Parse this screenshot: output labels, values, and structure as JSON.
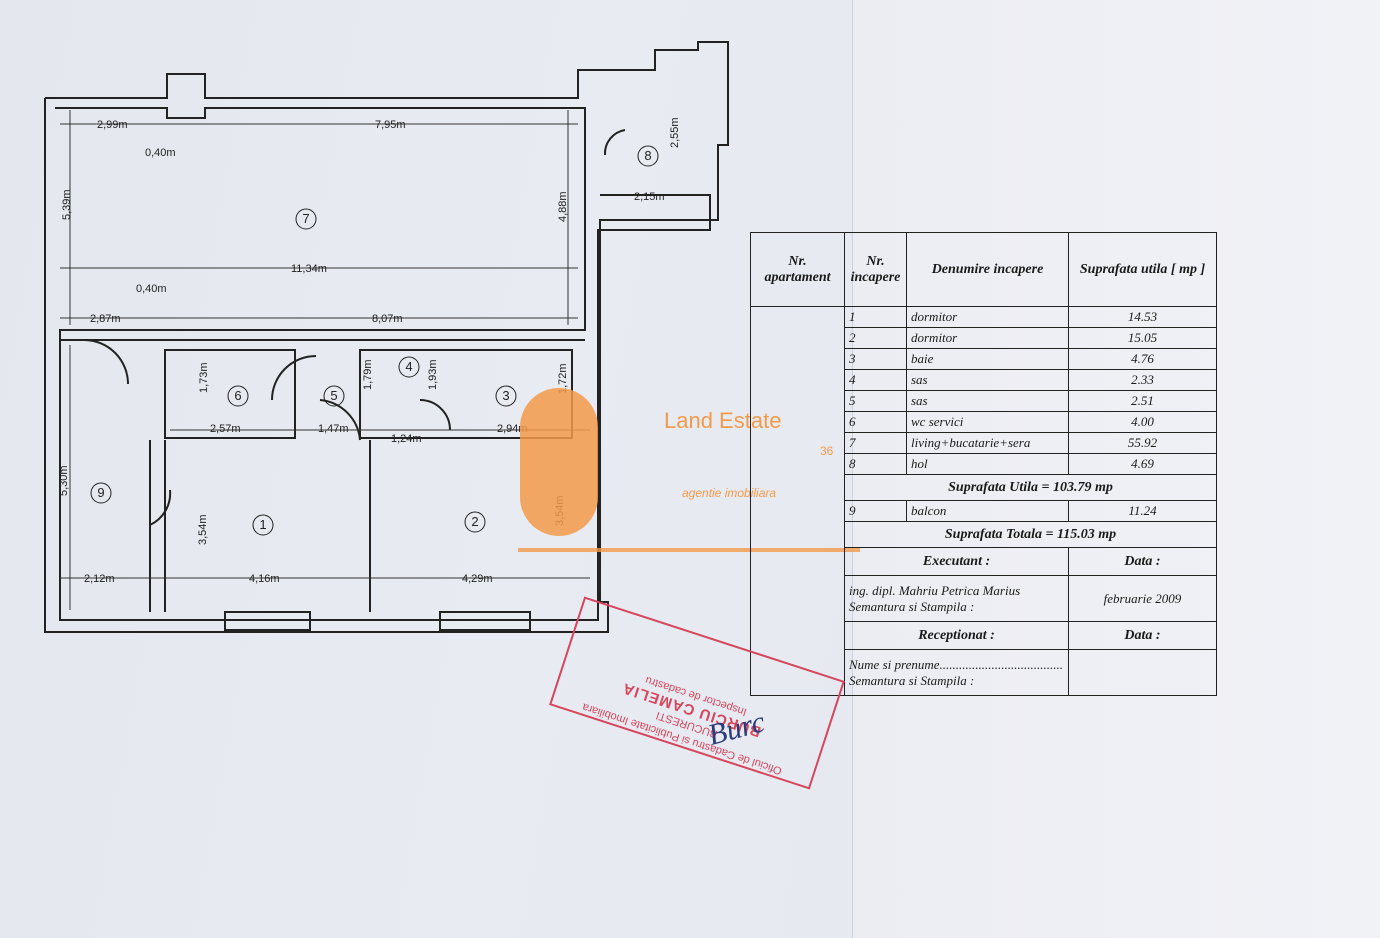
{
  "plan": {
    "dimensions": [
      "2,99m",
      "7,95m",
      "0,40m",
      "2,55m",
      "2,15m",
      "5,39m",
      "4,88m",
      "11,34m",
      "0,40m",
      "2,87m",
      "8,07m",
      "1,73m",
      "2,57m",
      "1,47m",
      "1,79m",
      "1,93m",
      "1,24m",
      "2,94m",
      "1,72m",
      "5,30m",
      "3,54m",
      "3,54m",
      "2,12m",
      "4,16m",
      "4,29m"
    ],
    "rooms": [
      "1",
      "2",
      "3",
      "4",
      "5",
      "6",
      "7",
      "8",
      "9"
    ]
  },
  "watermark": {
    "brand": "Land Estate",
    "tagline": "agentie imobiliara",
    "mark": "36",
    "color": "#f39a4a"
  },
  "table": {
    "headers": {
      "apartment": "Nr. apartament",
      "room_no": "Nr. incapere",
      "room_name": "Denumire incapere",
      "useful_area": "Suprafata utila [ mp ]"
    },
    "rows": [
      {
        "no": "1",
        "name": "dormitor",
        "area": "14.53"
      },
      {
        "no": "2",
        "name": "dormitor",
        "area": "15.05"
      },
      {
        "no": "3",
        "name": "baie",
        "area": "4.76"
      },
      {
        "no": "4",
        "name": "sas",
        "area": "2.33"
      },
      {
        "no": "5",
        "name": "sas",
        "area": "2.51"
      },
      {
        "no": "6",
        "name": "wc servici",
        "area": "4.00"
      },
      {
        "no": "7",
        "name": "living+bucatarie+sera",
        "area": "55.92"
      },
      {
        "no": "8",
        "name": "hol",
        "area": "4.69"
      }
    ],
    "useful_total": "Suprafata Utila = 103.79 mp",
    "balcony": {
      "no": "9",
      "name": "balcon",
      "area": "11.24"
    },
    "grand_total": "Suprafata Totala = 115.03 mp",
    "executant_label": "Executant :",
    "date_label": "Data :",
    "executant_name": "ing. dipl. Mahriu Petrica Marius",
    "signature_label": "Semantura si Stampila :",
    "date_value": "februarie 2009",
    "receptionat_label": "Receptionat :",
    "receptionat_date_label": "Data :",
    "name_label": "Nume si prenume......................................",
    "receptionat_signature": "Semantura si Stampila :"
  },
  "stamp": {
    "line1": "Oficiul de Cadastru si Publicitate Imobiliara",
    "line2": "BUCURESTI",
    "line3": "BURCIU CAMELIA",
    "line4": "Inspector de cadastru",
    "color": "#d6465c"
  },
  "signature": "Burc"
}
